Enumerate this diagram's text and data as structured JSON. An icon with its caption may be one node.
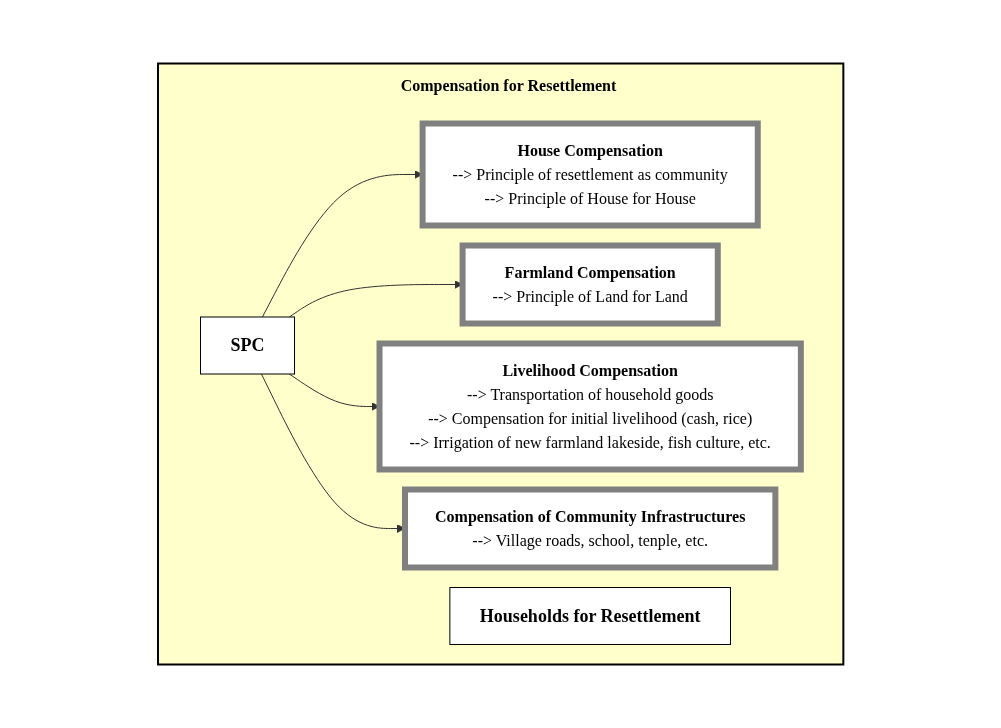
{
  "diagram": {
    "nodes": [
      {
        "text": [
          "Compensation for Resettlement"
        ]
      },
      {
        "text": [
          "SPC"
        ],
        "in": 0
      },
      {
        "text": [
          "House Compensation",
          "--> Principle of resettlement as community",
          "--> Principle of House for House"
        ],
        "in": 0
      },
      {
        "text": [
          "Farmland Compensation",
          "--> Principle of Land for Land"
        ],
        "in": 0
      },
      {
        "text": [
          "Livelihood Compensation",
          "--> Transportation of household goods",
          "--> Compensation for initial livelihood (cash, rice)",
          "--> Irrigation of new farmland lakeside, fish culture, etc."
        ],
        "in": 0
      },
      {
        "text": [
          "Compensation of Community Infrastructures",
          "--> Village roads, school, tenple, etc."
        ],
        "in": 0
      },
      {
        "text": [
          "Households for Resettlement"
        ],
        "in": 0
      }
    ],
    "edges": [
      {
        "from": 1,
        "to": 2,
        "arrow": "to"
      },
      {
        "from": 1,
        "to": 3,
        "arrow": "to"
      },
      {
        "from": 1,
        "to": 4,
        "arrow": "to"
      },
      {
        "from": 1,
        "to": 5,
        "arrow": "to"
      }
    ]
  }
}
